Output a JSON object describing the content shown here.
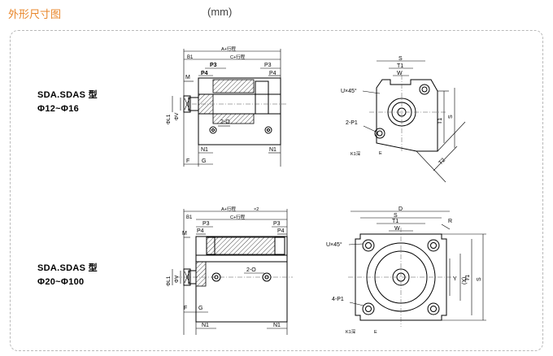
{
  "header": {
    "title": "外形尺寸图",
    "unit": "(mm)"
  },
  "models": [
    {
      "series": "SDA.SDAS 型",
      "range": "Φ12~Φ16"
    },
    {
      "series": "SDA.SDAS 型",
      "range": "Φ20~Φ100"
    }
  ],
  "labels": {
    "a_stroke": "A+行程",
    "c_stroke": "C+行程",
    "x2": "×2",
    "b1": "B1",
    "p3": "P3",
    "p4": "P4",
    "m": "M",
    "l1": "ΦL1",
    "v": "ΦV",
    "o2": "2-O",
    "n1": "N1",
    "f": "F",
    "g": "G",
    "s": "S",
    "t1": "T1",
    "w": "W",
    "u45": "U×45°",
    "p1_2": "2-P1",
    "p1_4": "4-P1",
    "k1": "K1深",
    "e": "E",
    "t2": "T2",
    "d": "D",
    "r": "R",
    "y": "Y",
    "x": "(X)"
  },
  "colors": {
    "accent": "#e8862a",
    "line": "#000000",
    "border": "#b9b9b9"
  }
}
